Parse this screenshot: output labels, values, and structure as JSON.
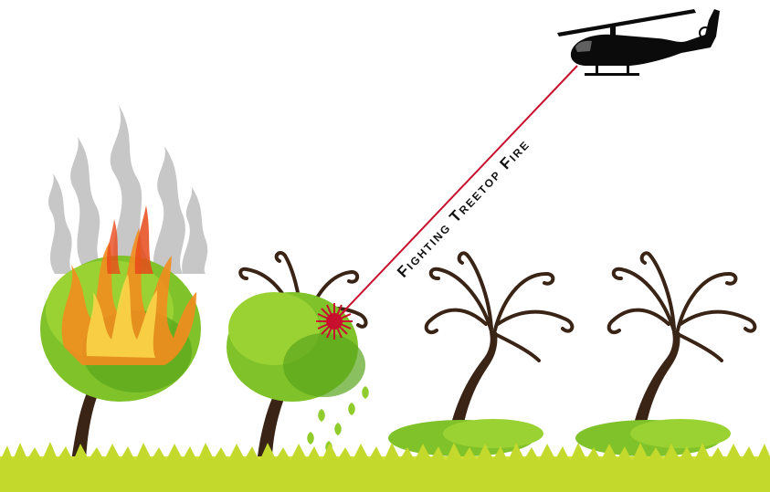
{
  "caption": "Fighting Treetop Fire",
  "colors": {
    "trunk": "#3a2416",
    "leaf_light": "#9bd233",
    "leaf_dark": "#5aa51d",
    "grass": "#c3d92c",
    "laser": "#c8102e",
    "smoke": "#9a9a9a",
    "fire_orange": "#f28c1e",
    "fire_yellow": "#f9d648",
    "helicopter": "#0b0b0b"
  },
  "elements": [
    "burning-tree",
    "targeted-tree",
    "bare-tree",
    "bare-tree",
    "helicopter",
    "laser-beam",
    "grass-ground"
  ]
}
